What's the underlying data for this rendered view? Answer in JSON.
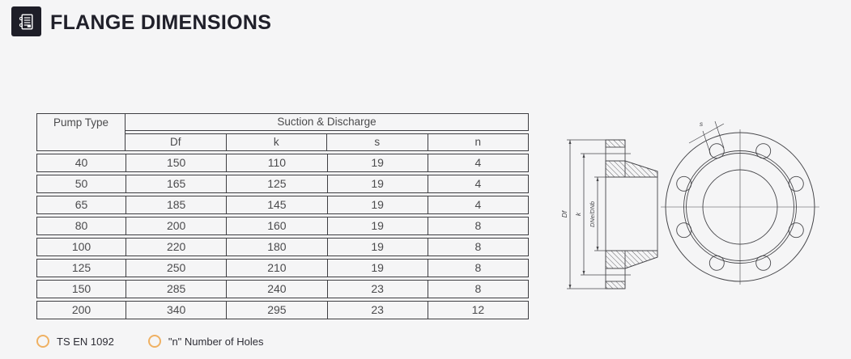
{
  "header": {
    "title": "FLANGE DIMENSIONS",
    "icon": "notebook-icon"
  },
  "table": {
    "pump_type_header": "Pump Type",
    "group_header": "Suction & Discharge",
    "columns": [
      "Df",
      "k",
      "s",
      "n"
    ],
    "rows": [
      [
        "40",
        "150",
        "110",
        "19",
        "4"
      ],
      [
        "50",
        "165",
        "125",
        "19",
        "4"
      ],
      [
        "65",
        "185",
        "145",
        "19",
        "4"
      ],
      [
        "80",
        "200",
        "160",
        "19",
        "8"
      ],
      [
        "100",
        "220",
        "180",
        "19",
        "8"
      ],
      [
        "125",
        "250",
        "210",
        "19",
        "8"
      ],
      [
        "150",
        "285",
        "240",
        "23",
        "8"
      ],
      [
        "200",
        "340",
        "295",
        "23",
        "12"
      ]
    ]
  },
  "diagram": {
    "dim_df": "Df",
    "dim_k": "k",
    "dim_bore": "DNe/DNb",
    "dim_s": "s"
  },
  "footnotes": [
    {
      "label": "TS EN 1092"
    },
    {
      "label": "\"n\" Number of Holes"
    }
  ],
  "colors": {
    "page_bg": "#F5F5F6",
    "title_text": "#20202A",
    "icon_bg": "#1E1E28",
    "table_border": "#3E3E42",
    "table_text": "#4B4B4D",
    "drawing_line": "#47474B",
    "footnote_ring": "#EFB163"
  }
}
